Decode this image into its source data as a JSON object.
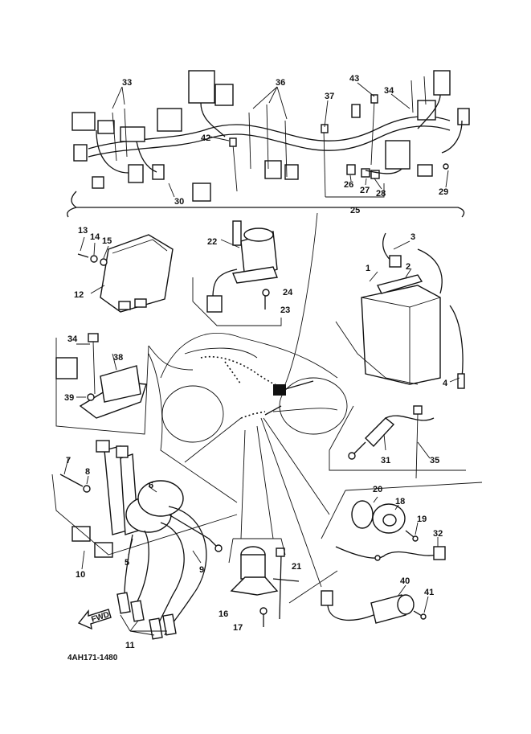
{
  "diagram": {
    "code": "4AH171-1480",
    "arrow_text": "FWD",
    "callouts": [
      "1",
      "2",
      "3",
      "4",
      "5",
      "6",
      "7",
      "8",
      "9",
      "10",
      "11",
      "12",
      "13",
      "14",
      "15",
      "16",
      "17",
      "18",
      "19",
      "20",
      "21",
      "22",
      "23",
      "24",
      "25",
      "26",
      "27",
      "28",
      "29",
      "30",
      "31",
      "32",
      "33",
      "34",
      "35",
      "36",
      "37",
      "38",
      "39",
      "40",
      "41",
      "42",
      "43",
      "34"
    ]
  }
}
